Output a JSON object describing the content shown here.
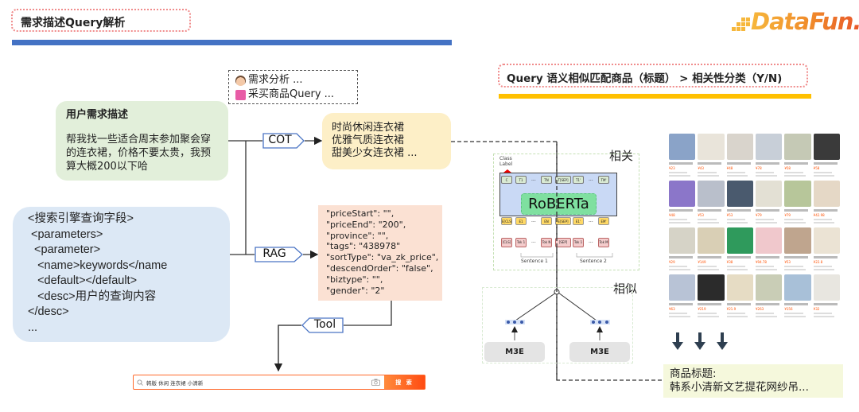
{
  "header": {
    "title": "需求描述Query解析",
    "accent_bar_color": "#4472c4"
  },
  "logo": {
    "text": "DataFun.",
    "colors": [
      "#f6b73c",
      "#e8562a"
    ]
  },
  "right_header": {
    "title": "Query 语义相似匹配商品（标题） > 相关性分类（Y/N)",
    "accent_bar_color": "#ffc000"
  },
  "thought": {
    "lines": [
      {
        "icon": "man-emoji-icon",
        "text": "需求分析 ..."
      },
      {
        "icon": "shopping-bag-emoji-icon",
        "text": "采买商品Query ..."
      }
    ]
  },
  "user_request": {
    "heading": "用户需求描述",
    "body": "帮我找一些适合周末参加聚会穿的连衣裙，价格不要太贵，我预算大概200以下哈"
  },
  "search_fields": {
    "text": "<搜索引擎查询字段>\n <parameters>\n  <parameter>\n   <name>keywords</name\n   <default></default>\n   <desc>用户的查询内容\n</desc>\n..."
  },
  "tags": {
    "cot": "COT",
    "rag": "RAG",
    "tool": "Tool"
  },
  "cot_output": {
    "lines": [
      "时尚休闲连衣裙",
      "优雅气质连衣裙",
      "甜美少女连衣裙 ..."
    ]
  },
  "rag_output": {
    "text": "\"priceStart\": \"\",\n\"priceEnd\": \"200\",\n\"province\": \"\",\n\"tags\": \"438978\"\n\"sortType\": \"va_zk_price\",\n\"descendOrder\": \"false\",\n\"biztype\": \"\",\n\"gender\": \"2\""
  },
  "search_bar": {
    "query": "韩版 休闲 连衣裙 小清新",
    "button_label": "搜 索",
    "accent_color": "#ff5000"
  },
  "relevance_model": {
    "label": "相关",
    "model_name": "RoBERTa",
    "class_label": "Class\nLabel",
    "top_tokens": [
      "C",
      "T1",
      "...",
      "TN",
      "T[SEP]",
      "T1'",
      "...",
      "TM'"
    ],
    "embed_tokens": [
      "E[CLS]",
      "E1",
      "...",
      "EN",
      "E[SEP]",
      "E1'",
      "...",
      "EM'"
    ],
    "input_tokens": [
      "[CLS]",
      "Tok 1",
      "...",
      "Tok N",
      "[SEP]",
      "Tok 1",
      "...",
      "Tok M"
    ],
    "sentence1": "Sentence 1",
    "sentence2": "Sentence 2"
  },
  "similarity_model": {
    "label": "相似",
    "encoders": [
      "M3E",
      "M3E"
    ]
  },
  "products": {
    "prices": [
      "¥23",
      "¥43",
      "¥48",
      "¥78",
      "¥58",
      "¥58",
      "¥48",
      "¥53",
      "¥53",
      "¥79",
      "¥79",
      "¥42.98",
      "¥29",
      "¥149",
      "¥38",
      "¥94.78",
      "¥53",
      "¥22.8",
      "¥63",
      "¥219",
      "¥21.9",
      "¥263",
      "¥156",
      "¥32"
    ],
    "image_colors": [
      "#8aa3c8",
      "#e9e4da",
      "#d9d4cc",
      "#c8cfd8",
      "#c5c9b5",
      "#3a3a3a",
      "#8b76c9",
      "#b9bfcb",
      "#4a5a6e",
      "#e3e0d4",
      "#b7c69a",
      "#e5d8c6",
      "#d6d3c7",
      "#d9cfb5",
      "#2f9a5c",
      "#f0c8cc",
      "#bfa58e",
      "#ebe3d4",
      "#b8c3d6",
      "#2b2b2b",
      "#e6dcc4",
      "#c9cdb6",
      "#a8c0d8",
      "#e8e6e0"
    ]
  },
  "result": {
    "label": "商品标题:",
    "value": "韩系小清新文艺提花网纱吊..."
  }
}
